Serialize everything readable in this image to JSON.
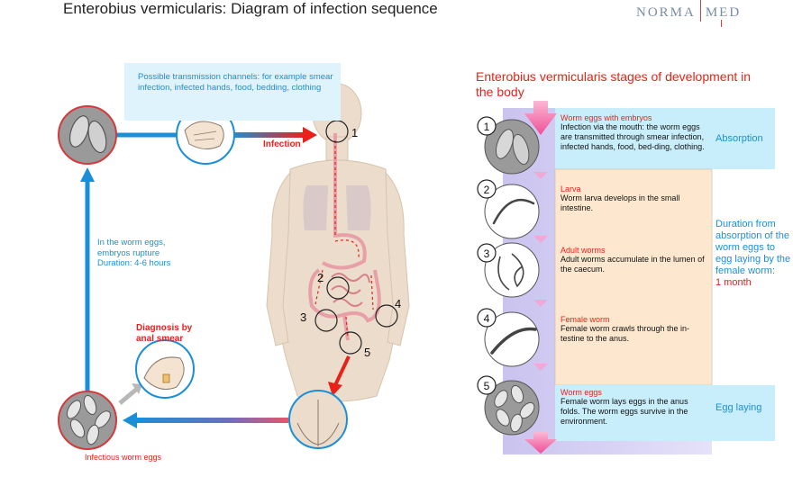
{
  "header": {
    "title": "Enterobius vermicularis: Diagram of infection sequence",
    "logo_left": "NORMA",
    "logo_right": "MED"
  },
  "left_diagram": {
    "transmission_text": "Possible transmission channels: for example smear infection, infected hands, food, bedding, clothing",
    "infection_label": "Infection",
    "eggs_rupture_text": "In the worm eggs, embryos rupture Duration: 4-6 hours",
    "diagnosis_label": "Diagnosis by anal smear",
    "infectious_eggs_label": "Infectious worm eggs",
    "body_numbers": [
      "1",
      "2",
      "3",
      "4",
      "5"
    ]
  },
  "stages_panel": {
    "title": "Enterobius vermicularis stages of development in the body",
    "stages": [
      {
        "number": "1",
        "title": "Worm eggs with embryos",
        "text": "Infection via the mouth: the worm eggs are transmitted through smear infection, infected hands, food, bed-ding, clothing."
      },
      {
        "number": "2",
        "title": "Larva",
        "text": "Worm larva develops in the small intestine."
      },
      {
        "number": "3",
        "title": "Adult worms",
        "text": "Adult worms accumulate in the lumen of the caecum."
      },
      {
        "number": "4",
        "title": "Female worm",
        "text": "Female worm crawls through the in-testine to the anus."
      },
      {
        "number": "5",
        "title": "Worm eggs",
        "text": "Female worm lays eggs in the anus folds. The worm eggs survive in the environment."
      }
    ],
    "absorption_label": "Absorption",
    "duration_text": "Duration from absorption of the worm eggs to egg laying by the female worm:",
    "duration_value": "1 month",
    "egg_laying_label": "Egg laying"
  },
  "colors": {
    "accent_blue": "#1a8fd8",
    "accent_red": "#e8221b",
    "panel_peach": "#fde8cf",
    "panel_cyan": "#c9eefb",
    "panel_purple": "#c8c8f0",
    "arrow_pink": "#f06ba5"
  }
}
